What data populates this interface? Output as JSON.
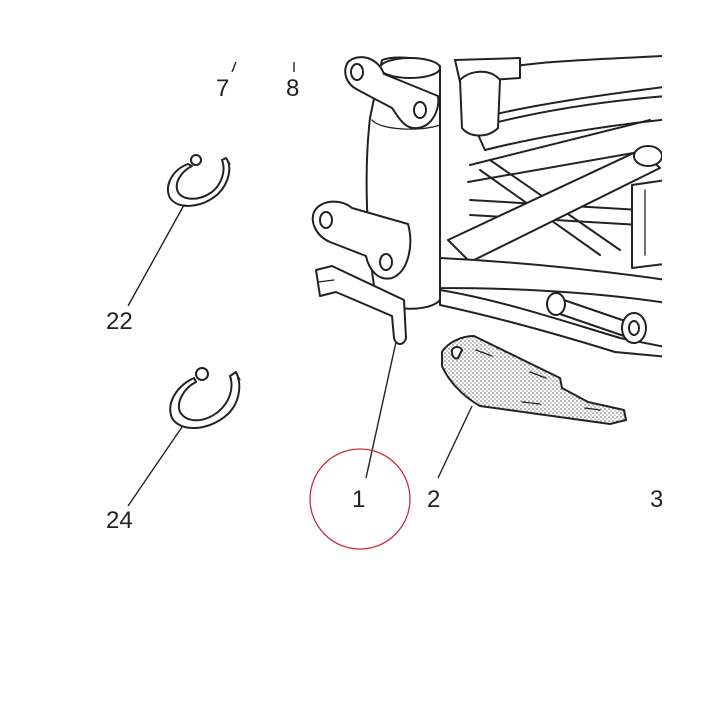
{
  "callouts": {
    "c7": "7",
    "c8": "8",
    "c22": "22",
    "c24": "24",
    "c1": "1",
    "c2": "2",
    "c3": "3"
  },
  "colors": {
    "line": "#222222",
    "highlight_circle": "#c8323c",
    "stipple": "#555555",
    "background": "#ffffff"
  },
  "highlighted_callout": "1"
}
